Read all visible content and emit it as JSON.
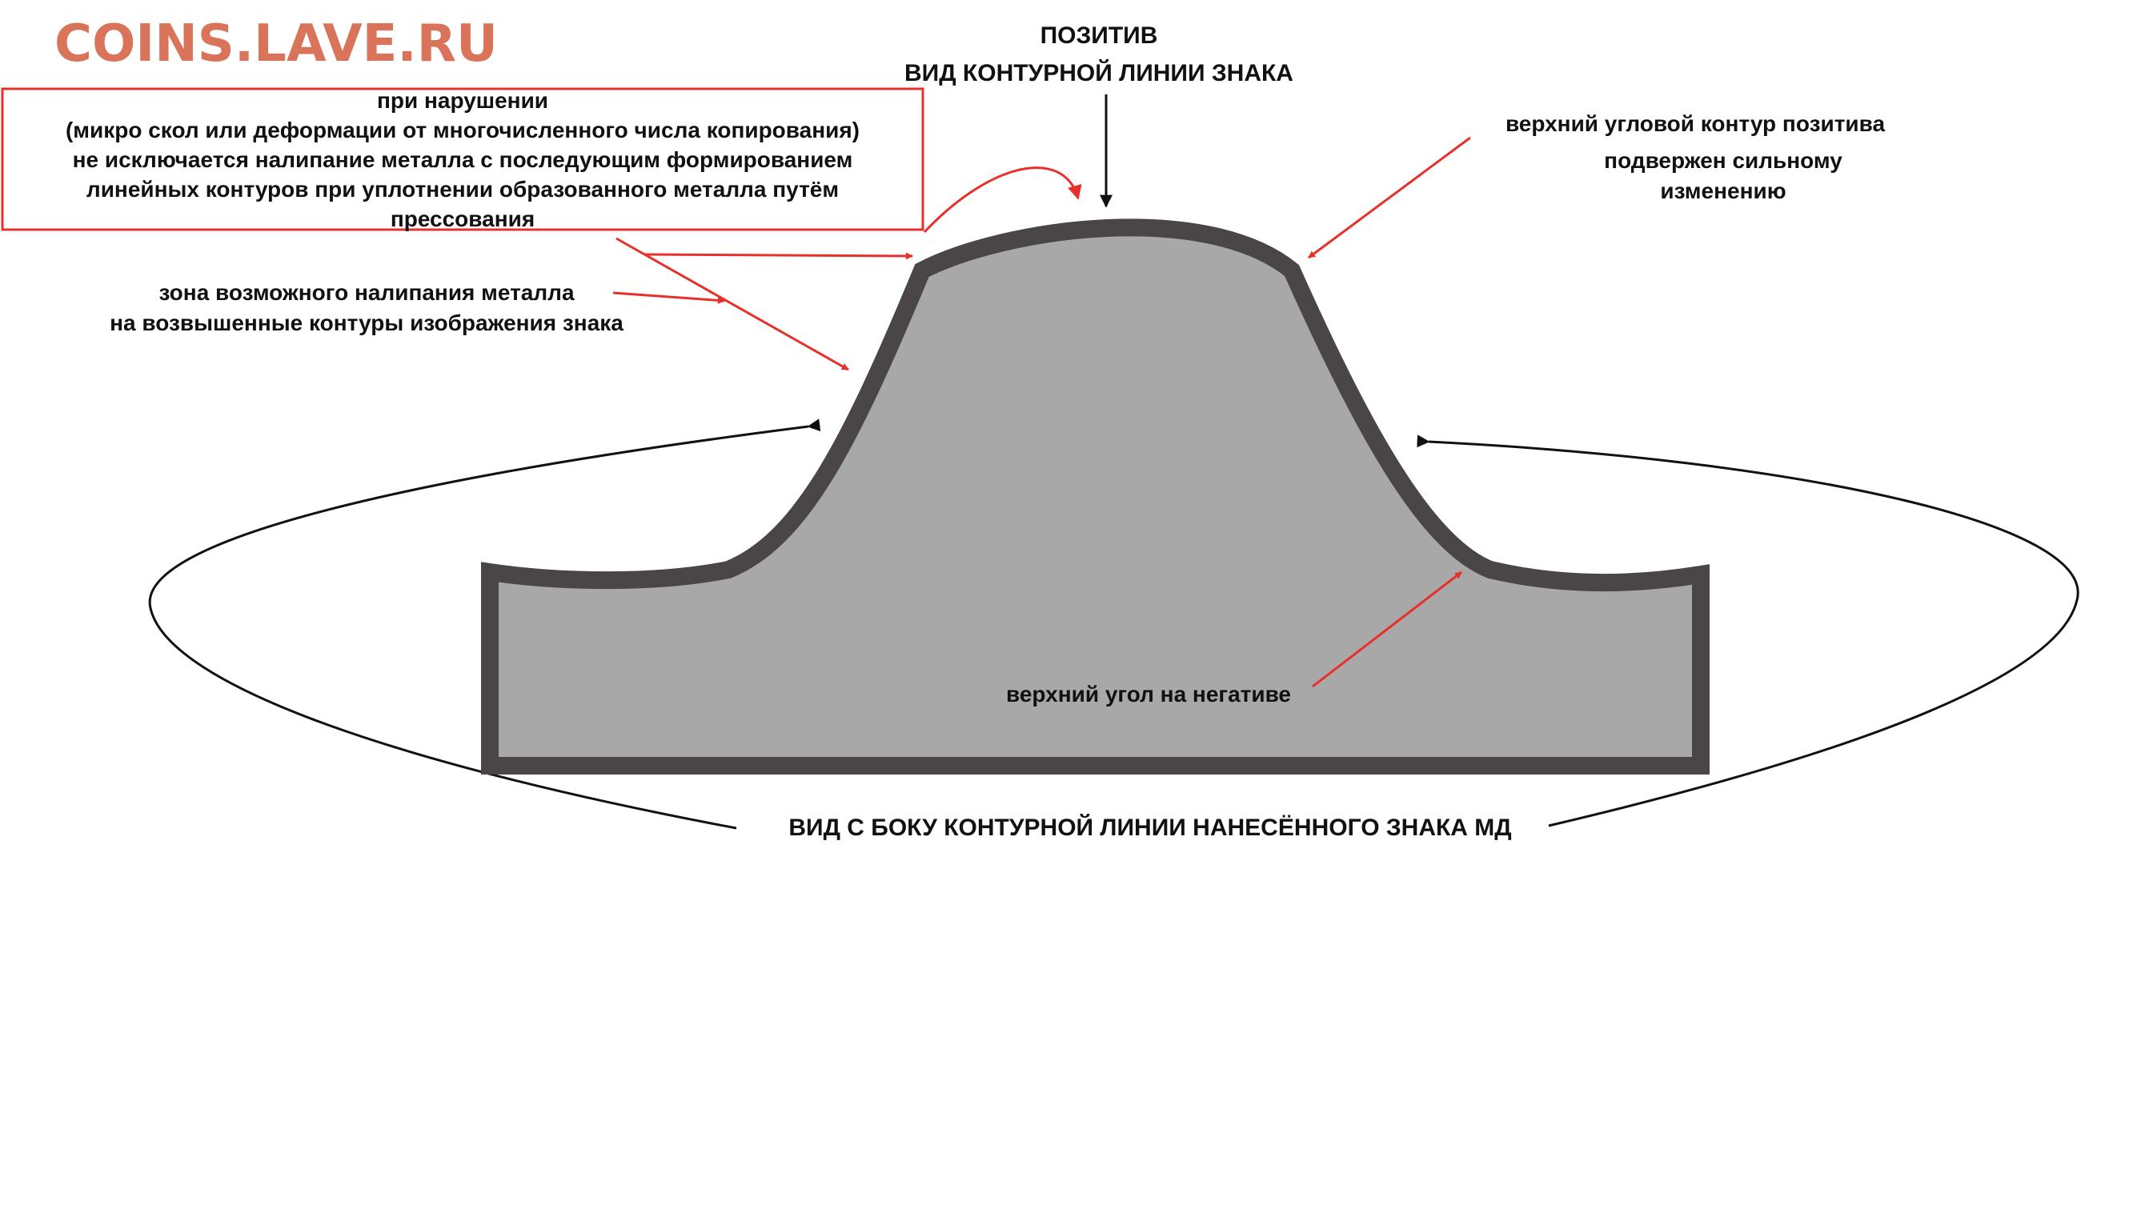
{
  "watermark": {
    "text": "COINS.LAVE.RU",
    "color": "#d9745a"
  },
  "colors": {
    "profile_fill": "#a8a8a8",
    "profile_stroke": "#4a4647",
    "annotation_red": "#e8302a",
    "annotation_black": "#111111"
  },
  "labels": {
    "positive_line1": "ПОЗИТИВ",
    "positive_line2": "ВИД КОНТУРНОЙ ЛИНИИ ЗНАКА",
    "warning_box": [
      "при нарушении",
      "(микро скол или деформации от многочисленного числа копирования)",
      "не исключается налипание металла с последующим формированием",
      "линейных контуров при уплотнении образованного металла путём",
      "прессования"
    ],
    "upper_contour": [
      "верхний угловой контур позитива",
      "подвержен сильному",
      "изменению"
    ],
    "adhesion_zone": [
      "зона возможного налипания металла",
      "на возвышенные контуры изображения знака"
    ],
    "negative_corner": "верхний угол на негативе",
    "side_view": "ВИД С БОКУ КОНТУРНОЙ ЛИНИИ НАНЕСЁННОГО ЗНАКА МД"
  }
}
